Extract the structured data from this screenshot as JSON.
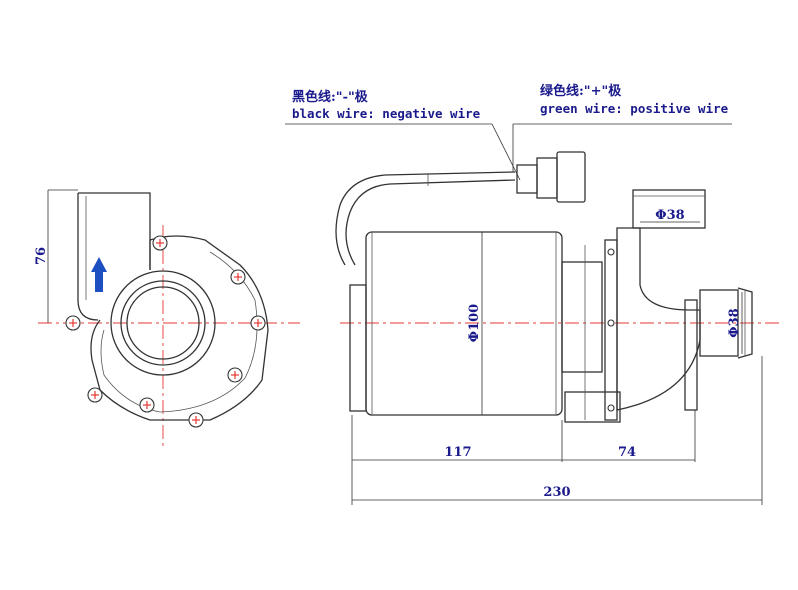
{
  "labels": {
    "black_wire_cn": "黑色线:\"-\"极",
    "black_wire_en": "black wire: negative wire",
    "green_wire_cn": "绿色线:\"+\"极",
    "green_wire_en": "green wire: positive wire"
  },
  "dimensions": {
    "front_height": "76",
    "outlet_dia": "Φ38",
    "body_dia": "Φ100",
    "inlet_dia": "Φ38",
    "motor_length": "117",
    "head_length": "74",
    "total_length": "230"
  },
  "colors": {
    "label": "#1a1a8c",
    "centerline": "#e53935",
    "arrow": "#1e4fc2",
    "outline": "#333333"
  },
  "icons": {
    "flow_arrow": "arrow-up-icon"
  }
}
